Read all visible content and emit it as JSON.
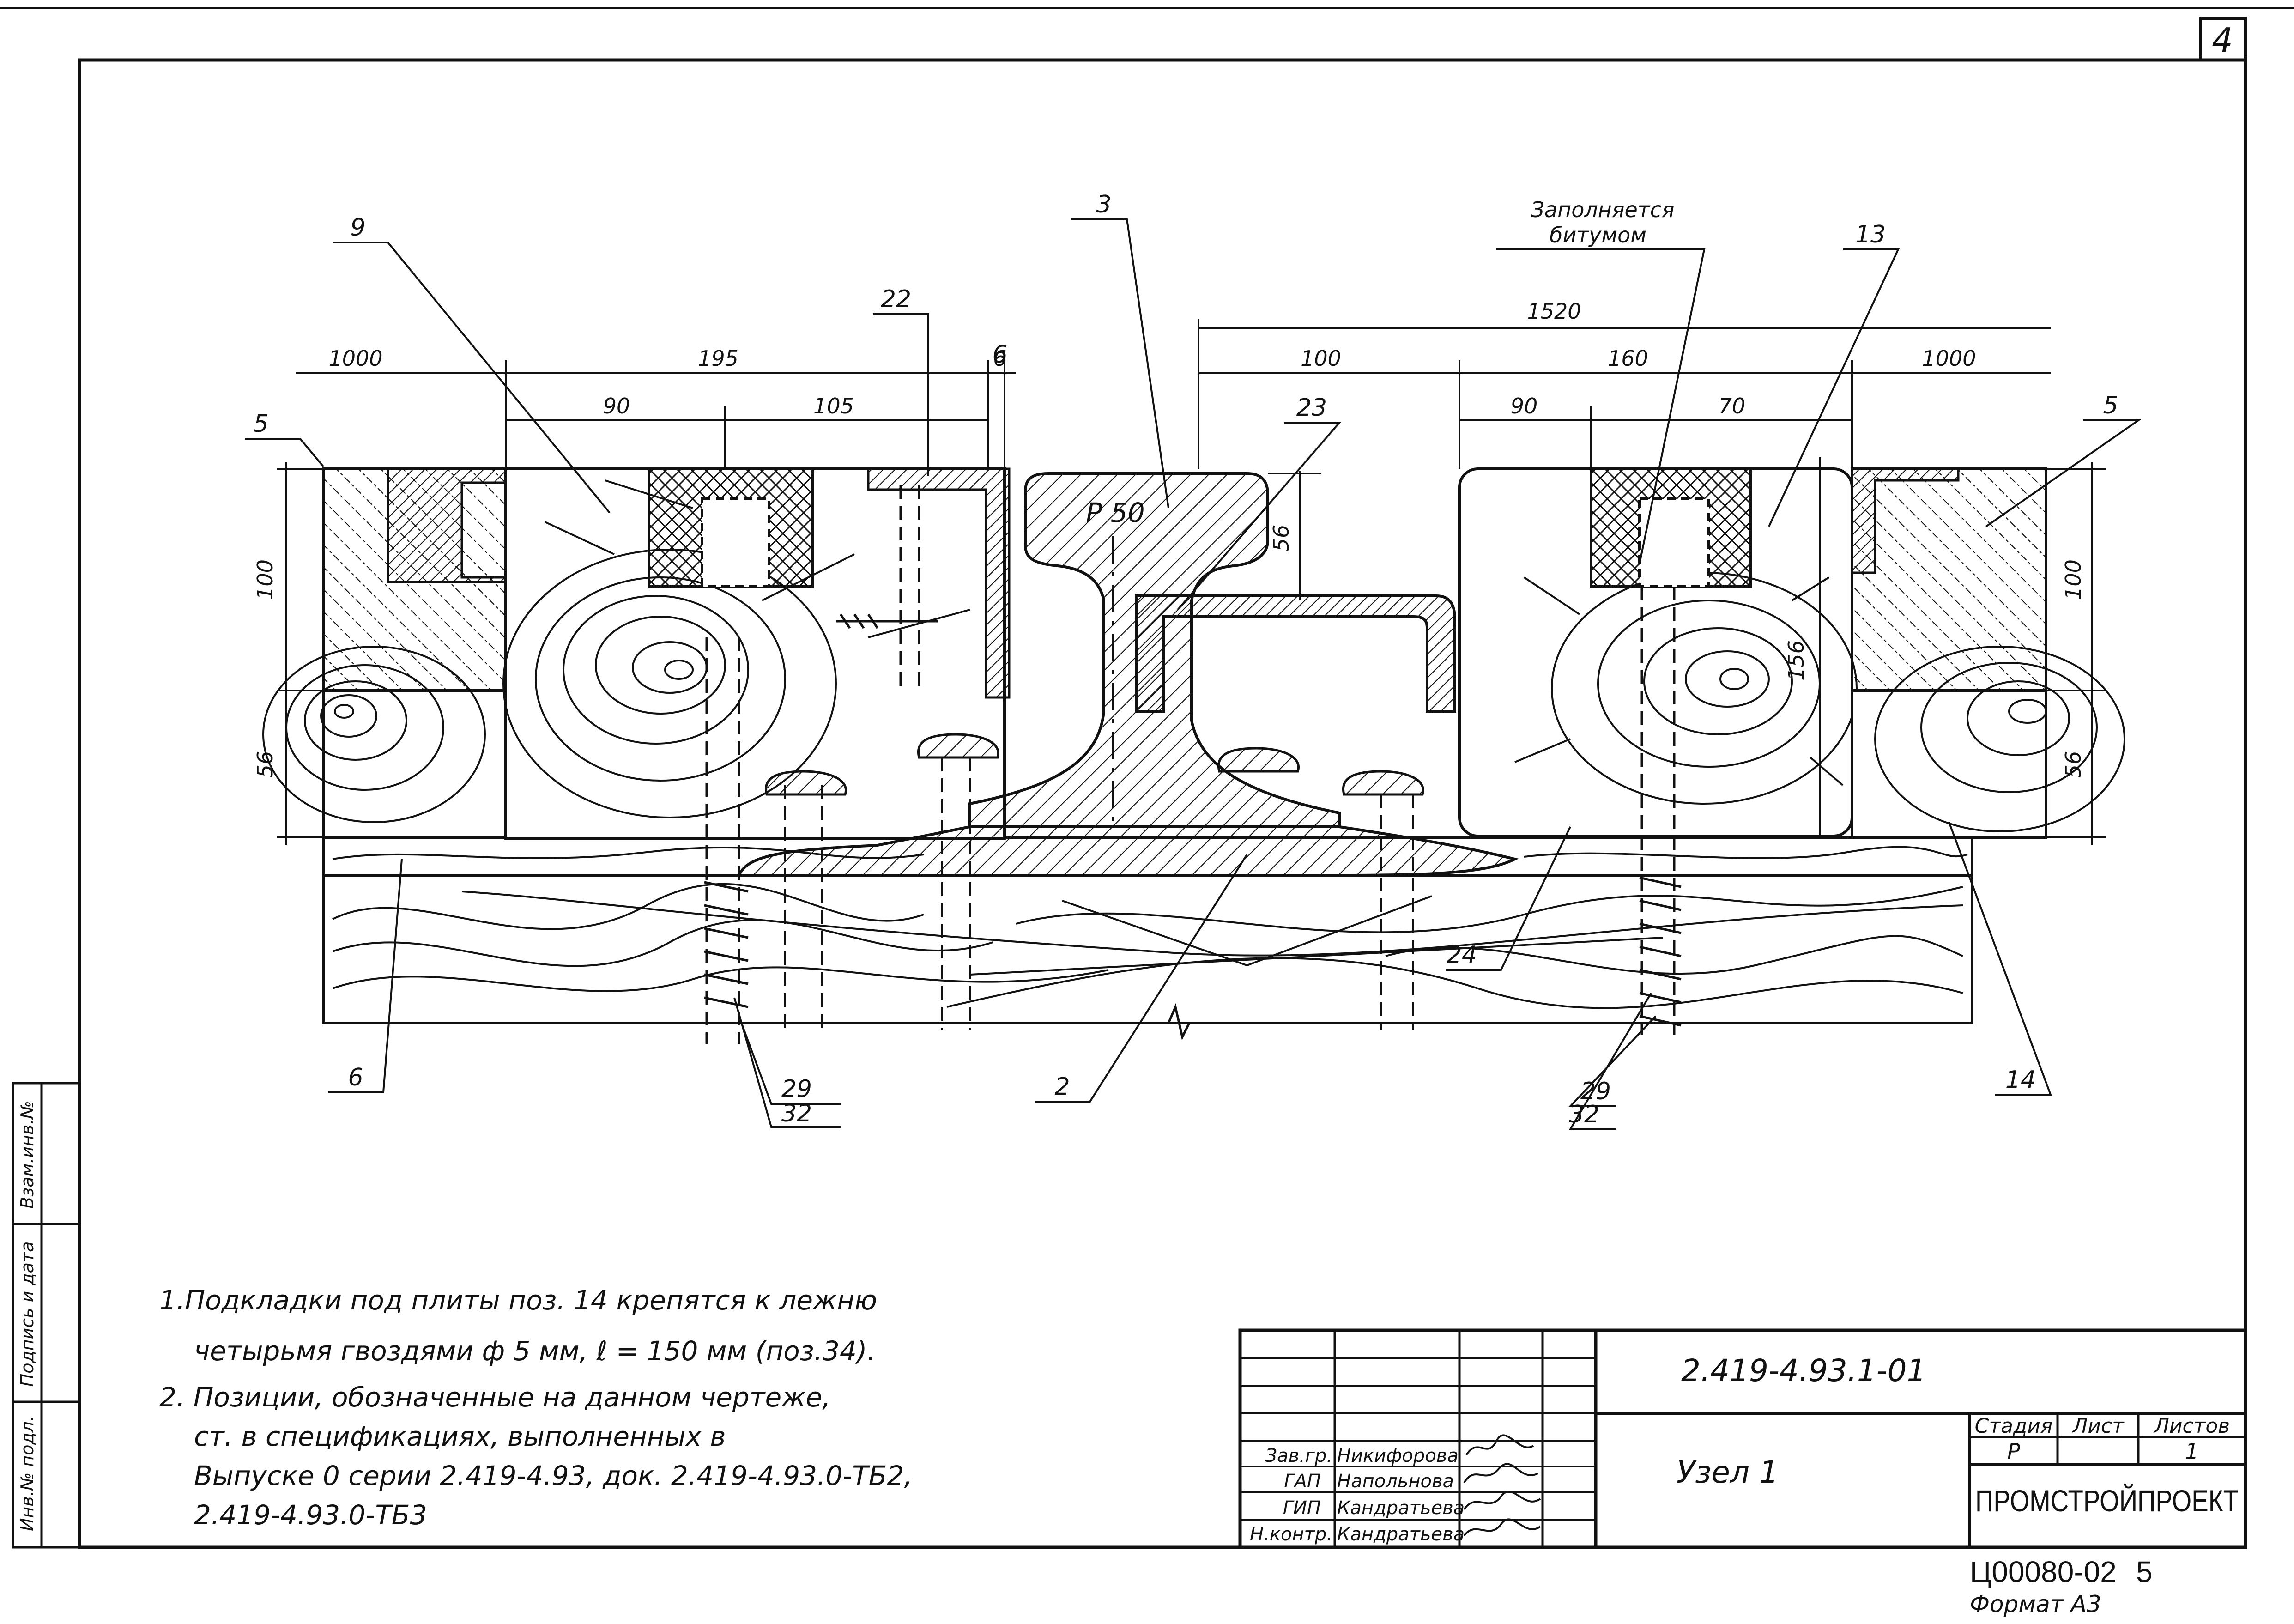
{
  "sheet": {
    "sheet_number": "4",
    "format": "Формат А3",
    "archive_code": "Ц00080-02",
    "archive_page": "5"
  },
  "drawing": {
    "rail_label": "Р 50",
    "bitumen_note_line1": "Заполняется",
    "bitumen_note_line2": "битумом",
    "leaders": {
      "p9": "9",
      "p22": "22",
      "p6_top": "6",
      "p5_left": "5",
      "p3": "3",
      "p23": "23",
      "p13": "13",
      "p5_right": "5",
      "p6_bottom": "6",
      "p29_left": "29",
      "p32_left": "32",
      "p2": "2",
      "p24": "24",
      "p29_right": "29",
      "p32_right": "32",
      "p14": "14"
    },
    "dimensions": {
      "d1000_left": "1000",
      "d195": "195",
      "d6": "6",
      "d90_left": "90",
      "d105": "105",
      "d1520": "1520",
      "d100_mid": "100",
      "d160": "160",
      "d1000_right": "1000",
      "d90_right": "90",
      "d70": "70",
      "d56_mid": "56",
      "d100_left": "100",
      "d56_left": "56",
      "d100_right": "100",
      "d56_right": "56",
      "d156": "156"
    }
  },
  "notes": {
    "n1_line1": "1.Подкладки под плиты поз. 14 крепятся к лежню",
    "n1_line2": "четырьмя гвоздями ф 5 мм, ℓ = 150 мм (поз.34).",
    "n2_line1": "2. Позиции, обозначенные на данном чертеже,",
    "n2_line2": "ст. в спецификациях, выполненных в",
    "n2_line3": "Выпуске 0 серии 2.419-4.93, док. 2.419-4.93.0-ТБ2,",
    "n2_line4": "2.419-4.93.0-ТБ3"
  },
  "side_stamp": {
    "inv_podl": "Инв.№ подл.",
    "podpis_data": "Подпись и дата",
    "vzam_inv": "Взам.инв.№"
  },
  "title_block": {
    "doc_code": "2.419-4.93.1-01",
    "title": "Узел 1",
    "stage_header": "Стадия",
    "sheet_header": "Лист",
    "sheets_header": "Листов",
    "stage_value": "Р",
    "sheet_value": "",
    "sheets_value": "1",
    "organization": "ПРОМСТРОЙПРОЕКТ",
    "signers": [
      {
        "role": "Зав.гр.",
        "name": "Никифорова"
      },
      {
        "role": "ГАП",
        "name": "Напольнова"
      },
      {
        "role": "ГИП",
        "name": "Кандратьева"
      },
      {
        "role": "Н.контр.",
        "name": "Кандратьева"
      }
    ]
  }
}
